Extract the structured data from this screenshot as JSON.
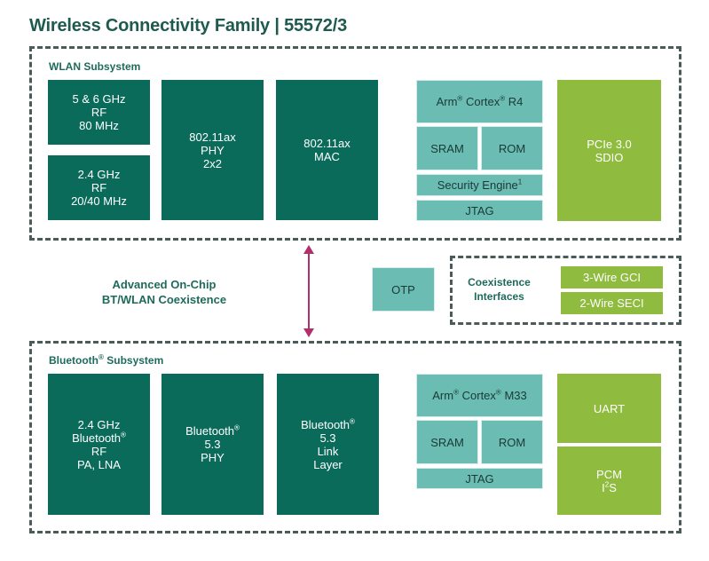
{
  "title": "Wireless Connectivity Family | 55572/3",
  "wlan": {
    "label": "WLAN Subsystem",
    "rf_56": "5 & 6 GHz\nRF\n80 MHz",
    "rf_24": "2.4 GHz\nRF\n20/40 MHz",
    "phy": "802.11ax\nPHY\n2x2",
    "mac": "802.11ax\nMAC",
    "cpu_prefix": "Arm",
    "cpu_mid": "Cortex",
    "cpu_suffix": "R4",
    "sram": "SRAM",
    "rom": "ROM",
    "security": "Security Engine",
    "security_sup": "1",
    "jtag": "JTAG",
    "pcie": "PCIe 3.0\nSDIO"
  },
  "middle": {
    "coex_note": "Advanced On-Chip\nBT/WLAN Coexistence",
    "otp": "OTP",
    "coex_interfaces": "Coexistence\nInterfaces",
    "gci": "3-Wire GCI",
    "seci": "2-Wire SECI"
  },
  "bt": {
    "label_prefix": "Bluetooth",
    "label_suffix": "Subsystem",
    "rf_l1": "2.4 GHz",
    "rf_l2": "Bluetooth",
    "rf_l3": "RF\nPA, LNA",
    "phy_l1": "Bluetooth",
    "phy_l2": "5.3\nPHY",
    "link_l1": "Bluetooth",
    "link_l2": "5.3\nLink\nLayer",
    "cpu_prefix": "Arm",
    "cpu_mid": "Cortex",
    "cpu_suffix": "M33",
    "sram": "SRAM",
    "rom": "ROM",
    "jtag": "JTAG",
    "uart": "UART",
    "pcm": "PCM",
    "i2s_pre": "I",
    "i2s_sup": "2",
    "i2s_post": "S"
  },
  "colors": {
    "dark_green": "#0b6b5b",
    "teal": "#6bbcb3",
    "lime": "#8fbb3e",
    "arrow": "#b0306e",
    "title": "#1e5a4e"
  },
  "symbols": {
    "reg": "®"
  }
}
